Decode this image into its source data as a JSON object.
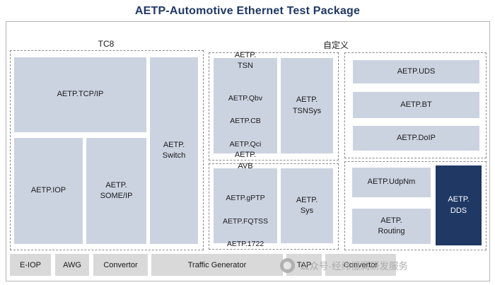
{
  "title": "AETP-Automotive Ethernet Test Package",
  "groups": {
    "tc8": {
      "label": "TC8"
    },
    "custom": {
      "label": "自定义"
    }
  },
  "blocks": {
    "tcpip": "AETP.TCP/IP",
    "iop": "AETP.IOP",
    "someip": "AETP.\nSOME/IP",
    "switch": "AETP.\nSwitch",
    "tsn": {
      "title": "AETP.\nTSN",
      "items": [
        "AETP.Qbv",
        "AETP.CB",
        "AETP.Qci"
      ]
    },
    "tsnsys": "AETP.\nTSNSys",
    "avb": {
      "title": "AETP.\nAVB",
      "items": [
        "AETP.gPTP",
        "AETP.FQTSS",
        "AETP.1722"
      ]
    },
    "sys": "AETP.\nSys",
    "uds": "AETP.UDS",
    "bt": "AETP.BT",
    "doip": "AETP.DoIP",
    "udpnm": "AETP.UdpNm",
    "routing": "AETP.\nRouting",
    "dds": "AETP.\nDDS"
  },
  "bottom_row": [
    "E-IOP",
    "AWG",
    "Convertor",
    "Traffic Generator",
    "TAP",
    "Convertor"
  ],
  "watermark": "公众号·经纬恒润研发服务",
  "colors": {
    "title_navy": "#1f3864",
    "block_blue": "#ccd3e0",
    "block_navy": "#1f3864",
    "block_gray": "#d9d9d9"
  }
}
